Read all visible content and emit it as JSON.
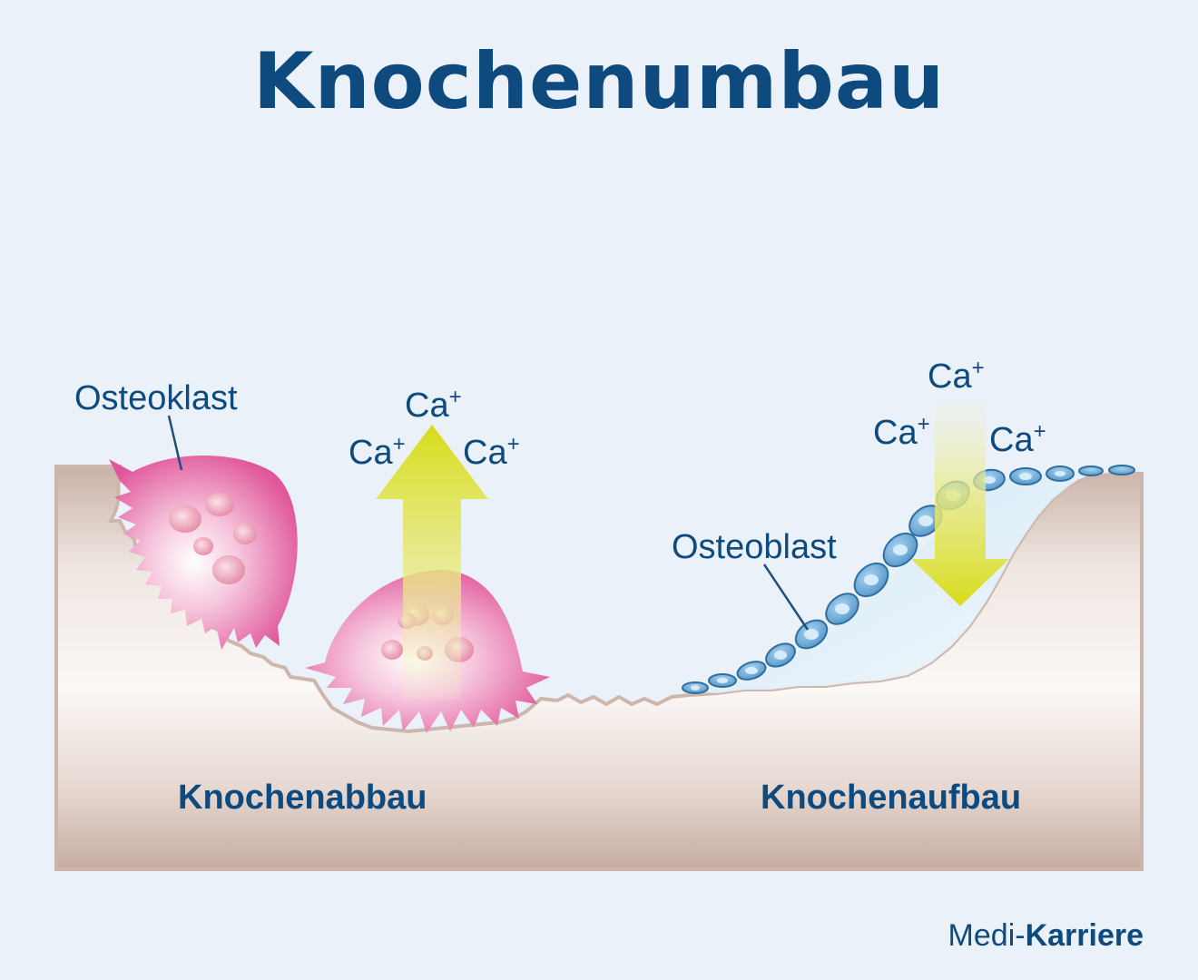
{
  "title": "Knochenumbau",
  "labels": {
    "osteoklast": "Osteoklast",
    "osteoblast": "Osteoblast",
    "abbau": "Knochenabbau",
    "aufbau": "Knochenaufbau"
  },
  "calcium": {
    "symbol": "Ca",
    "charge": "+"
  },
  "brand": {
    "part1": "Medi",
    "separator": "-",
    "part2": "Karriere"
  },
  "colors": {
    "background": "#eaf1f9",
    "text": "#0e4a7e",
    "bone_light": "#f6f0ec",
    "bone_dark": "#c6ada2",
    "bone_edge": "#cdb7ad",
    "osteoclast": "#e0569a",
    "osteoblast": "#5fa3d6",
    "arrow": "#d8dc1a"
  }
}
